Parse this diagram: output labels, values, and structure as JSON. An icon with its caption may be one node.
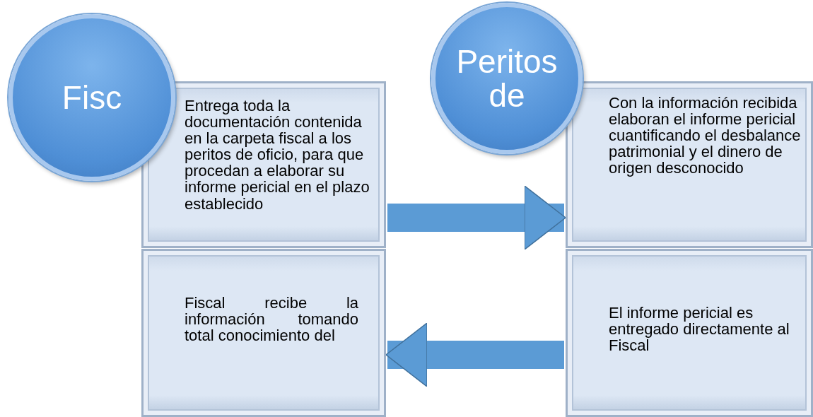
{
  "diagram": {
    "nodes": [
      {
        "text": [
          "Fisc"
        ]
      },
      {
        "text": [
          "Entrega toda la documentación contenida en la carpeta fiscal a los peritos de oficio, para que procedan a elaborar su informe pericial en el plazo establecido"
        ]
      },
      {
        "text": [
          "Fiscal recibe la información tomando total conocimiento del"
        ]
      },
      {
        "text": [
          "Peritos de"
        ]
      },
      {
        "text": [
          "Con la información recibida elaboran el informe pericial cuantificando el desbalance patrimonial y el dinero de origen desconocido"
        ]
      },
      {
        "text": [
          "El informe pericial es entregado directamente al Fiscal"
        ]
      }
    ],
    "edges": [
      {
        "from": 1,
        "to": 4,
        "arrow": "to"
      },
      {
        "from": 5,
        "to": 2,
        "arrow": "to"
      }
    ]
  }
}
